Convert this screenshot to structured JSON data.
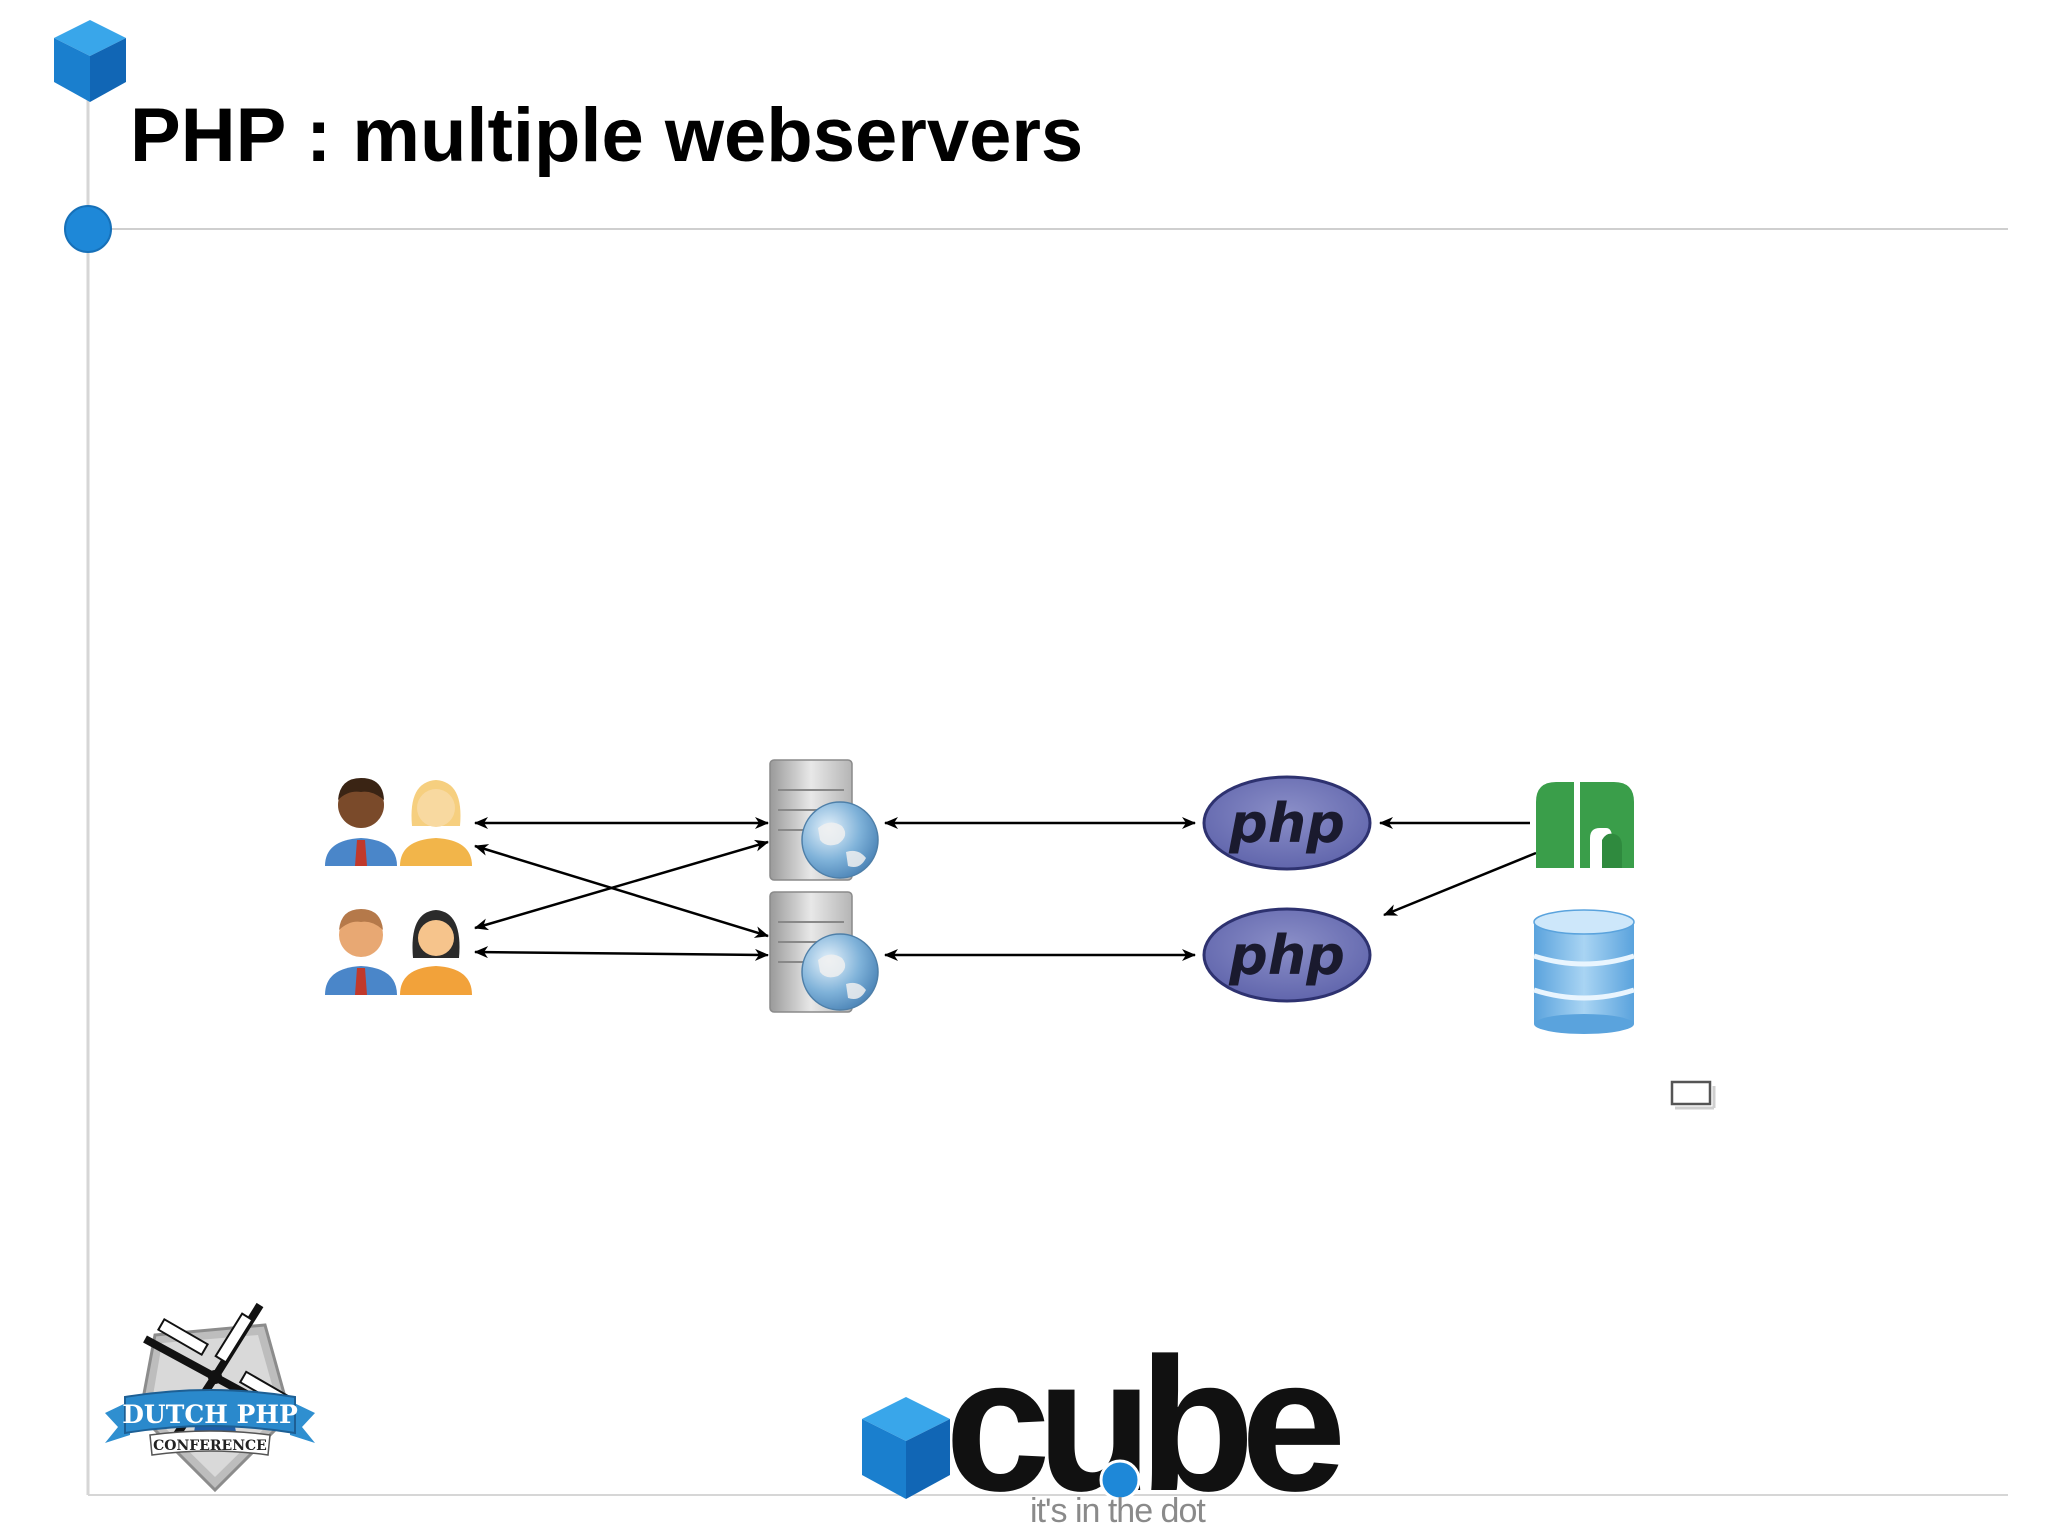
{
  "slide": {
    "title": "PHP : multiple webservers",
    "accent_color": "#1e88d8",
    "rule_color": "#cfcfcf"
  },
  "diagram": {
    "nodes": [
      {
        "id": "user-group-1",
        "icon": "users-icon"
      },
      {
        "id": "user-group-2",
        "icon": "users-icon"
      },
      {
        "id": "webserver-1",
        "icon": "web-server-icon"
      },
      {
        "id": "webserver-2",
        "icon": "web-server-icon"
      },
      {
        "id": "php-1",
        "icon": "php-logo",
        "label": "php"
      },
      {
        "id": "php-2",
        "icon": "php-logo",
        "label": "php"
      },
      {
        "id": "memcache",
        "icon": "memcache-icon"
      },
      {
        "id": "database",
        "icon": "database-icon"
      }
    ],
    "edges": [
      {
        "from": "user-group-1",
        "to": "webserver-1",
        "direction": "both"
      },
      {
        "from": "user-group-1",
        "to": "webserver-2",
        "direction": "both"
      },
      {
        "from": "user-group-2",
        "to": "webserver-1",
        "direction": "both"
      },
      {
        "from": "user-group-2",
        "to": "webserver-2",
        "direction": "both"
      },
      {
        "from": "webserver-1",
        "to": "php-1",
        "direction": "both"
      },
      {
        "from": "webserver-2",
        "to": "php-2",
        "direction": "both"
      },
      {
        "from": "memcache",
        "to": "php-1",
        "direction": "forward"
      },
      {
        "from": "memcache",
        "to": "php-2",
        "direction": "forward"
      }
    ]
  },
  "logos": {
    "conference_line1": "DUTCH PHP",
    "conference_line2": "CONFERENCE",
    "company_name": "cube",
    "company_tagline": "it's in the dot",
    "company_color": "#1e88d8"
  }
}
